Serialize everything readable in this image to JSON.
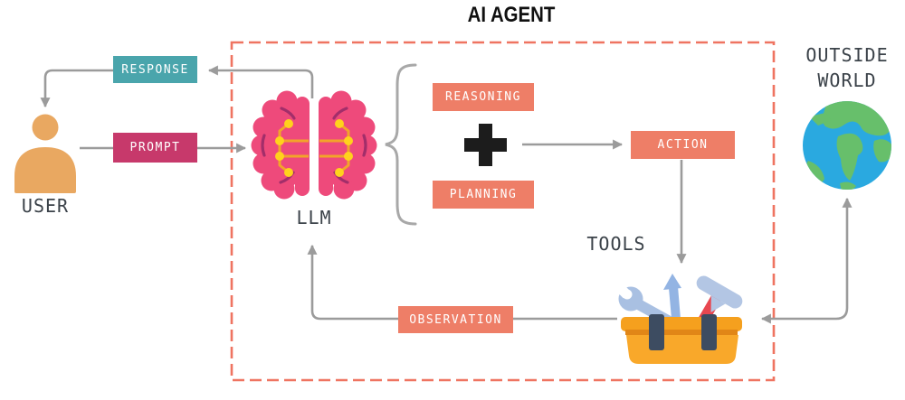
{
  "title": "AI AGENT",
  "user": {
    "label": "USER"
  },
  "llm": {
    "label": "LLM"
  },
  "tools": {
    "label": "TOOLS"
  },
  "outside_world": {
    "line1": "OUTSIDE",
    "line2": "WORLD"
  },
  "flow_boxes": {
    "response": "RESPONSE",
    "prompt": "PROMPT",
    "reasoning": "REASONING",
    "planning": "PLANNING",
    "action": "ACTION",
    "observation": "OBSERVATION"
  },
  "plus_sign": "+",
  "colors": {
    "agent_boundary_dash": "#ef7461",
    "response_box": "#4aa5ac",
    "prompt_box": "#c7396b",
    "process_box": "#ee7e67",
    "arrow_gray": "#9b9b9b",
    "label_text": "#3b4249",
    "brain_pink": "#ee4a7b",
    "brain_accent": "#a22e6a",
    "circuit_orange": "#f2a42a",
    "circuit_node_yellow": "#ffd21c",
    "user_orange": "#e9a861",
    "toolbox_orange": "#f9a82a",
    "tool_steel_blue": "#a9c0e2",
    "hammer_handle_red": "#e84750",
    "clip_slate": "#3d4c61",
    "globe_ocean": "#2aa9e0",
    "globe_land": "#67bf6b",
    "plus_black": "#1c1c1c"
  }
}
